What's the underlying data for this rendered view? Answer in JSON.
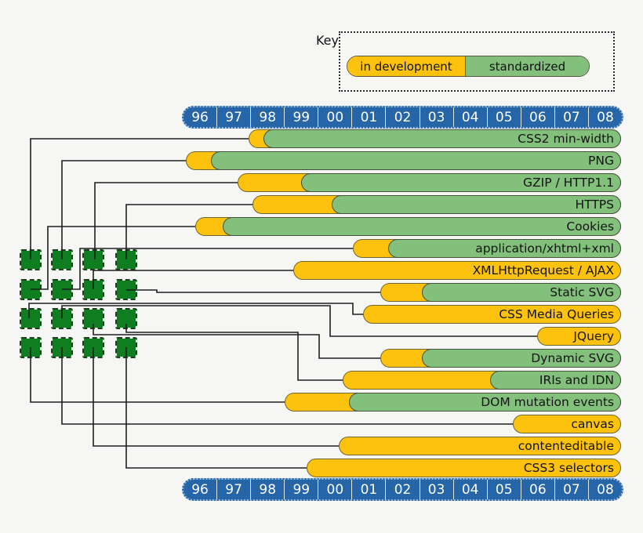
{
  "key": {
    "label": "Key",
    "in_development": "in development",
    "standardized": "standardized"
  },
  "axis_years": [
    "96",
    "97",
    "98",
    "99",
    "00",
    "01",
    "02",
    "03",
    "04",
    "05",
    "06",
    "07",
    "08"
  ],
  "colors": {
    "background": "#f6f6f4",
    "axis_blue": "#2565a8",
    "in_development_yellow": "#fcc20d",
    "standardized_green": "#82c07c",
    "marker_green": "#0e7e20",
    "connector_line": "#1f1f1f"
  },
  "chart_data": {
    "type": "timeline",
    "title": "",
    "x_axis": {
      "start_year": 1996,
      "end_year": 2008.93,
      "tick_labels": [
        "96",
        "97",
        "98",
        "99",
        "00",
        "01",
        "02",
        "03",
        "04",
        "05",
        "06",
        "07",
        "08"
      ]
    },
    "legend": [
      {
        "label": "in development",
        "color": "#fcc20d"
      },
      {
        "label": "standardized",
        "color": "#82c07c"
      }
    ],
    "bars": [
      {
        "label": "CSS2 min-width",
        "dev_start": 1997.92,
        "std_start": 1998.39,
        "end": 2008.93,
        "marker": {
          "row": 0,
          "col": 0
        },
        "route": [
          [
            39,
            331
          ],
          [
            39,
            177
          ],
          [
            317,
            177
          ]
        ]
      },
      {
        "label": "PNG",
        "dev_start": 1996.08,
        "std_start": 1996.83,
        "end": 2008.93,
        "marker": {
          "row": 0,
          "col": 1
        },
        "route": [
          [
            79,
            331
          ],
          [
            79,
            205
          ],
          [
            238,
            205
          ]
        ]
      },
      {
        "label": "GZIP / HTTP1.1",
        "dev_start": 1997.6,
        "std_start": 1999.5,
        "end": 2008.93,
        "marker": {
          "row": 0,
          "col": 2
        },
        "route": [
          [
            121,
            331
          ],
          [
            121,
            233
          ],
          [
            303,
            233
          ]
        ]
      },
      {
        "label": "HTTPS",
        "dev_start": 1998.05,
        "std_start": 2000.4,
        "end": 2008.93,
        "marker": {
          "row": 0,
          "col": 3
        },
        "route": [
          [
            161,
            331
          ],
          [
            161,
            261
          ],
          [
            323,
            261
          ]
        ]
      },
      {
        "label": "Cookies",
        "dev_start": 1996.35,
        "std_start": 1997.18,
        "end": 2008.93,
        "marker": {
          "row": 1,
          "col": 0
        },
        "route": [
          [
            39,
            369
          ],
          [
            61,
            369
          ],
          [
            61,
            289
          ],
          [
            249,
            289
          ]
        ]
      },
      {
        "label": "application/xhtml+xml",
        "dev_start": 2001.0,
        "std_start": 2002.07,
        "end": 2008.93,
        "marker": {
          "row": 1,
          "col": 1
        },
        "route": [
          [
            79,
            369
          ],
          [
            102,
            369
          ],
          [
            102,
            317
          ],
          [
            450,
            317
          ]
        ]
      },
      {
        "label": "XMLHttpRequest / AJAX",
        "dev_start": 1999.24,
        "std_start": null,
        "end": 2008.93,
        "marker": {
          "row": 1,
          "col": 2
        },
        "route": [
          [
            119,
            369
          ],
          [
            119,
            345
          ],
          [
            374,
            345
          ]
        ]
      },
      {
        "label": "Static SVG",
        "dev_start": 2001.81,
        "std_start": 2003.06,
        "end": 2008.93,
        "marker": {
          "row": 1,
          "col": 3
        },
        "route": [
          [
            161,
            370
          ],
          [
            200,
            370
          ],
          [
            200,
            373
          ],
          [
            485,
            373
          ]
        ]
      },
      {
        "label": "CSS Media Queries",
        "dev_start": 2001.3,
        "std_start": null,
        "end": 2008.93,
        "marker": {
          "row": 2,
          "col": 0
        },
        "route": [
          [
            37,
            406
          ],
          [
            37,
            387
          ],
          [
            450,
            387
          ],
          [
            450,
            401
          ],
          [
            463,
            401
          ]
        ]
      },
      {
        "label": "JQuery",
        "dev_start": 2006.45,
        "std_start": null,
        "end": 2008.93,
        "marker": {
          "row": 2,
          "col": 1
        },
        "route": [
          [
            79,
            406
          ],
          [
            79,
            390
          ],
          [
            421,
            390
          ],
          [
            421,
            429
          ],
          [
            685,
            429
          ]
        ]
      },
      {
        "label": "Dynamic SVG",
        "dev_start": 2001.81,
        "std_start": 2003.06,
        "end": 2008.93,
        "marker": {
          "row": 2,
          "col": 2
        },
        "route": [
          [
            119,
            413
          ],
          [
            119,
            427
          ],
          [
            407,
            427
          ],
          [
            407,
            457
          ],
          [
            485,
            457
          ]
        ]
      },
      {
        "label": "IRIs and IDN",
        "dev_start": 2000.7,
        "std_start": 2005.08,
        "end": 2008.93,
        "marker": {
          "row": 2,
          "col": 3
        },
        "route": [
          [
            161,
            413
          ],
          [
            161,
            424
          ],
          [
            380,
            424
          ],
          [
            380,
            485
          ],
          [
            437,
            485
          ]
        ]
      },
      {
        "label": "DOM mutation events",
        "dev_start": 1998.99,
        "std_start": 2000.91,
        "end": 2008.93,
        "marker": {
          "row": 3,
          "col": 0
        },
        "route": [
          [
            39,
            443
          ],
          [
            39,
            513
          ],
          [
            363,
            513
          ]
        ]
      },
      {
        "label": "canvas",
        "dev_start": 2005.73,
        "std_start": null,
        "end": 2008.93,
        "marker": {
          "row": 3,
          "col": 1
        },
        "route": [
          [
            79,
            443
          ],
          [
            79,
            541
          ],
          [
            654,
            541
          ]
        ]
      },
      {
        "label": "contenteditable",
        "dev_start": 2000.59,
        "std_start": null,
        "end": 2008.93,
        "marker": {
          "row": 3,
          "col": 2
        },
        "route": [
          [
            119,
            443
          ],
          [
            119,
            569
          ],
          [
            432,
            569
          ]
        ]
      },
      {
        "label": "CSS3 selectors",
        "dev_start": 1999.64,
        "std_start": null,
        "end": 2008.93,
        "marker": {
          "row": 3,
          "col": 3
        },
        "route": [
          [
            161,
            443
          ],
          [
            161,
            597
          ],
          [
            391,
            597
          ]
        ]
      }
    ]
  }
}
